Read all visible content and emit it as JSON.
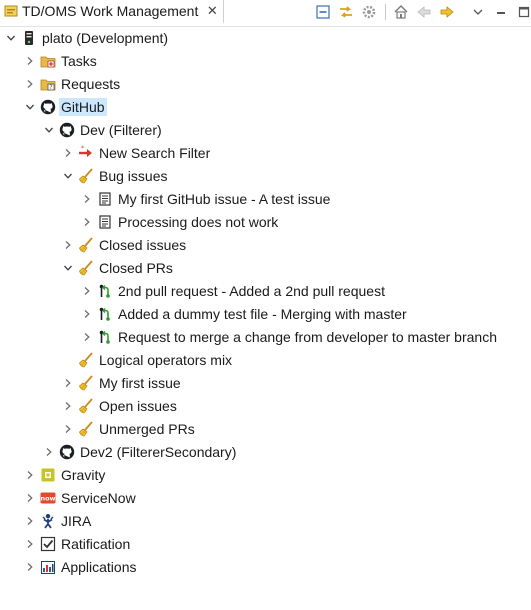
{
  "view": {
    "title": "TD/OMS Work Management",
    "close_glyph": "✕"
  },
  "toolbar": {
    "buttons": [
      {
        "name": "collapse-all-icon",
        "color": "#3c6fb4"
      },
      {
        "name": "link-with-editor-icon",
        "color": "#d9a21b"
      },
      {
        "name": "settings-gear-icon",
        "color": "#9a9a9a"
      },
      {
        "name": "home-icon",
        "color": "#7a7a7a"
      },
      {
        "name": "back-arrow-icon",
        "color": "#c9c9c9"
      },
      {
        "name": "forward-arrow-icon",
        "color": "#e0a800"
      },
      {
        "name": "view-menu-icon",
        "color": "#555555"
      },
      {
        "name": "minimize-icon",
        "color": "#555555"
      },
      {
        "name": "maximize-icon",
        "color": "#555555"
      }
    ]
  },
  "tree": {
    "items": [
      {
        "label": "plato (Development)",
        "level": 0,
        "expander": "expanded",
        "icon": "server-icon"
      },
      {
        "label": "Tasks",
        "level": 1,
        "expander": "collapsed",
        "icon": "tasks-folder-icon"
      },
      {
        "label": "Requests",
        "level": 1,
        "expander": "collapsed",
        "icon": "requests-folder-icon"
      },
      {
        "label": "GitHub",
        "level": 1,
        "expander": "expanded",
        "icon": "github-icon",
        "selected": true
      },
      {
        "label": "Dev (Filterer)",
        "level": 2,
        "expander": "expanded",
        "icon": "github-icon"
      },
      {
        "label": "New Search Filter",
        "level": 3,
        "expander": "collapsed",
        "icon": "new-filter-icon"
      },
      {
        "label": "Bug issues",
        "level": 3,
        "expander": "expanded",
        "icon": "filter-broom-icon"
      },
      {
        "label": "My first GitHub issue - A test issue",
        "level": 4,
        "expander": "collapsed",
        "icon": "issue-icon"
      },
      {
        "label": "Processing does not work",
        "level": 4,
        "expander": "collapsed",
        "icon": "issue-icon"
      },
      {
        "label": "Closed issues",
        "level": 3,
        "expander": "collapsed",
        "icon": "filter-broom-icon"
      },
      {
        "label": "Closed PRs",
        "level": 3,
        "expander": "expanded",
        "icon": "filter-broom-icon"
      },
      {
        "label": "2nd pull request - Added a 2nd pull request",
        "level": 4,
        "expander": "collapsed",
        "icon": "pull-request-icon"
      },
      {
        "label": "Added a dummy test file - Merging with master",
        "level": 4,
        "expander": "collapsed",
        "icon": "pull-request-icon"
      },
      {
        "label": "Request to merge a change from developer to master branch",
        "level": 4,
        "expander": "collapsed",
        "icon": "pull-request-icon"
      },
      {
        "label": "Logical operators mix",
        "level": 3,
        "expander": "none",
        "icon": "filter-broom-icon"
      },
      {
        "label": "My first issue",
        "level": 3,
        "expander": "collapsed",
        "icon": "filter-broom-icon"
      },
      {
        "label": "Open issues",
        "level": 3,
        "expander": "collapsed",
        "icon": "filter-broom-icon"
      },
      {
        "label": "Unmerged PRs",
        "level": 3,
        "expander": "collapsed",
        "icon": "filter-broom-icon"
      },
      {
        "label": "Dev2 (FiltererSecondary)",
        "level": 2,
        "expander": "collapsed",
        "icon": "github-icon"
      },
      {
        "label": "Gravity",
        "level": 1,
        "expander": "collapsed",
        "icon": "gravity-icon"
      },
      {
        "label": "ServiceNow",
        "level": 1,
        "expander": "collapsed",
        "icon": "servicenow-icon"
      },
      {
        "label": "JIRA",
        "level": 1,
        "expander": "collapsed",
        "icon": "jira-icon"
      },
      {
        "label": "Ratification",
        "level": 1,
        "expander": "collapsed",
        "icon": "ratification-icon"
      },
      {
        "label": "Applications",
        "level": 1,
        "expander": "collapsed",
        "icon": "applications-icon"
      }
    ]
  },
  "colors": {
    "selection": "#cce8ff",
    "github": "#1b1f23",
    "broom_handle": "#c98a1c",
    "broom_bristle": "#f2c230",
    "check_green": "#2e9b2e",
    "tasks_folder": "#e8b84a",
    "new_filter_red": "#e0332b",
    "gravity_yellow": "#c8c423",
    "servicenow_red": "#e04a2f",
    "jira_blue": "#1f3f78"
  }
}
